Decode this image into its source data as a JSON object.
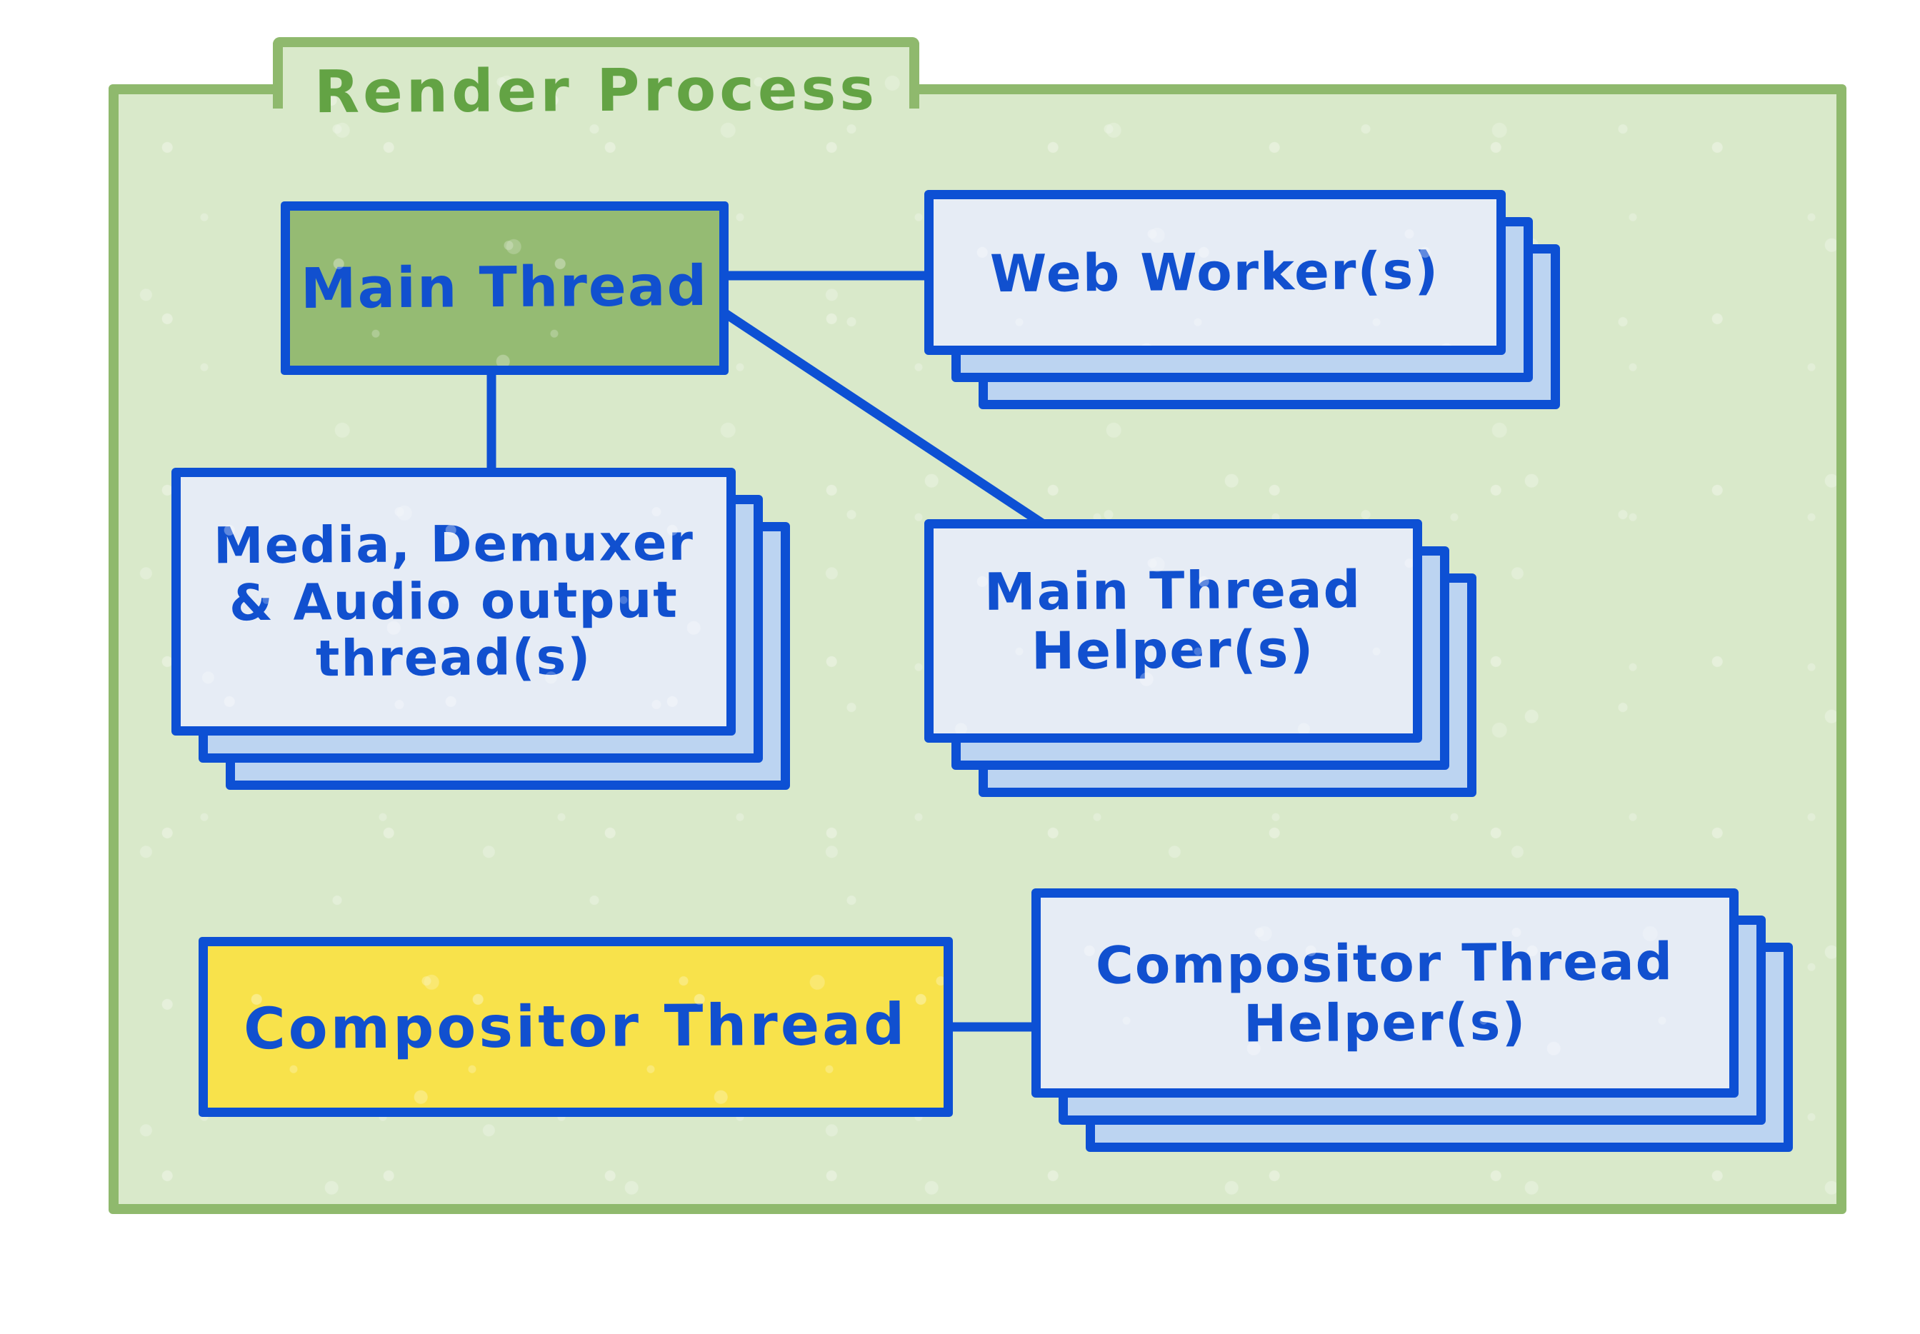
{
  "title": "Render Process",
  "palette": {
    "folder_border": "#8fb96d",
    "folder_fill": "#d9e9ca",
    "title_green": "#63a344",
    "ink_blue": "#0d50d4",
    "card_front": "#e6ecf5",
    "card_back": "#bcd4f1",
    "main_thread_green": "#95bb73",
    "compositor_yellow": "#f8e24b"
  },
  "nodes": {
    "main_thread": {
      "label": "Main Thread"
    },
    "web_workers": {
      "label": "Web Worker(s)"
    },
    "media_threads": {
      "line1": "Media, Demuxer",
      "line2": "& Audio output",
      "line3": "thread(s)"
    },
    "main_thread_helpers": {
      "line1": "Main Thread",
      "line2": "Helper(s)"
    },
    "compositor_thread": {
      "label": "Compositor Thread"
    },
    "compositor_thread_helpers": {
      "line1": "Compositor Thread",
      "line2": "Helper(s)"
    }
  },
  "edges": [
    {
      "from": "Main Thread",
      "to": "Web Worker(s)"
    },
    {
      "from": "Main Thread",
      "to": "Media, Demuxer & Audio output thread(s)"
    },
    {
      "from": "Main Thread",
      "to": "Main Thread Helper(s)"
    },
    {
      "from": "Compositor Thread",
      "to": "Compositor Thread Helper(s)"
    }
  ]
}
